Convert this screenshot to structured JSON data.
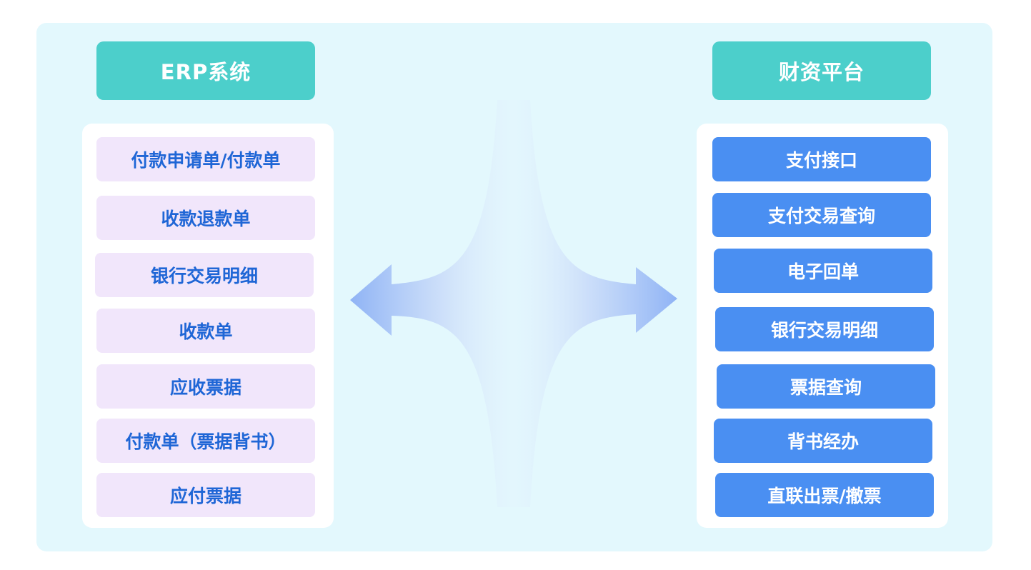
{
  "left": {
    "title": "ERP系统",
    "items": [
      "付款申请单/付款单",
      "收款退款单",
      "银行交易明细",
      "收款单",
      "应收票据",
      "付款单（票据背书）",
      "应付票据"
    ]
  },
  "right": {
    "title": "财资平台",
    "items": [
      "支付接口",
      "支付交易查询",
      "电子回单",
      "银行交易明细",
      "票据查询",
      "背书经办",
      "直联出票/撤票"
    ]
  },
  "colors": {
    "background": "#e3f8fd",
    "header": "#4ccfcb",
    "left_item_bg": "#f1e6fb",
    "left_item_text": "#1f66d6",
    "right_item_bg": "#4a8ff2",
    "arrow": "#8fb3f5"
  },
  "icons": {
    "connector": "double-arrow-icon"
  }
}
